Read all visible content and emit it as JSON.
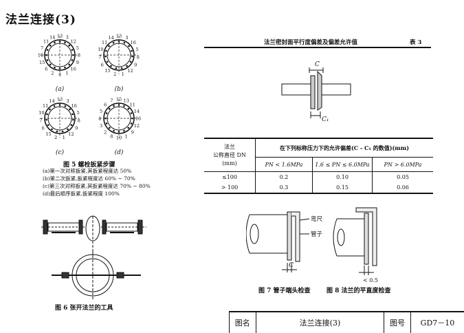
{
  "page": {
    "title": "法兰连接(3)"
  },
  "fig5": {
    "sub_labels": [
      "(a)",
      "(b)",
      "(c)",
      "(d)"
    ],
    "circles": [
      {
        "numbers": [
          "13",
          "3",
          "12",
          "5",
          "8",
          "9",
          "16",
          "1",
          "4",
          "2",
          "6",
          "15",
          "10",
          "7",
          "11",
          "14"
        ]
      },
      {
        "numbers": [
          "13",
          "3",
          "16",
          "5",
          "8",
          "9",
          "12",
          "1",
          "2",
          "15",
          "6",
          "7",
          "10",
          "11",
          "14"
        ]
      },
      {
        "numbers": [
          "13",
          "3",
          "16",
          "5",
          "8",
          "9",
          "12",
          "1",
          "2",
          "15",
          "6",
          "7",
          "10",
          "11",
          "14"
        ]
      },
      {
        "numbers": [
          "15",
          "13",
          "11",
          "14",
          "16",
          "12",
          "9",
          "1",
          "10",
          "8",
          "2",
          "3",
          "4",
          "5",
          "6",
          "7"
        ]
      }
    ],
    "caption": "图 5    螺栓扳紧步骤",
    "notes": [
      "(a)第一次对称扳紧,其扳紧程度达 50%",
      "(b)第二次扳紧,扳紧程度达 60% ~ 70%",
      "(c)第三次对称扳紧,其扳紧程度达 70% ~ 80%",
      "(d)最后顺序扳紧,扳紧程度 100%"
    ]
  },
  "fig6": {
    "caption": "图 6    张开法兰的工具"
  },
  "table": {
    "title": "法兰密封面平行度偏差及偏差允许值",
    "number": "表 3",
    "diagram_labels": {
      "c": "C",
      "c1": "C₁"
    },
    "header": {
      "col1_line1": "法兰",
      "col1_line2": "公称直径 DN",
      "col1_line3": "(mm)",
      "group": "在下列标称压力下的允许偏差(C - C₁ 的数值)(mm)",
      "sub": [
        "PN < 1.6MPa",
        "1.6 ≤ PN ≤ 6.0MPa",
        "PN > 6.0MPa"
      ]
    },
    "rows": [
      {
        "dn": "≤100",
        "values": [
          "0.2",
          "0.10",
          "0.05"
        ]
      },
      {
        "dn": "> 100",
        "values": [
          "0.3",
          "0.15",
          "0.06"
        ]
      }
    ]
  },
  "fig7": {
    "label_ruler": "弯尺",
    "label_pipe": "管子",
    "label_c": "C",
    "caption": "图 7    管子端头检查"
  },
  "fig8": {
    "label_tol": "< 0.5",
    "caption": "图 8    法兰的平直度检查"
  },
  "titlebar": {
    "name_label": "图名",
    "name_value": "法兰连接(3)",
    "number_label": "图号",
    "number_value": "GD7－10"
  }
}
